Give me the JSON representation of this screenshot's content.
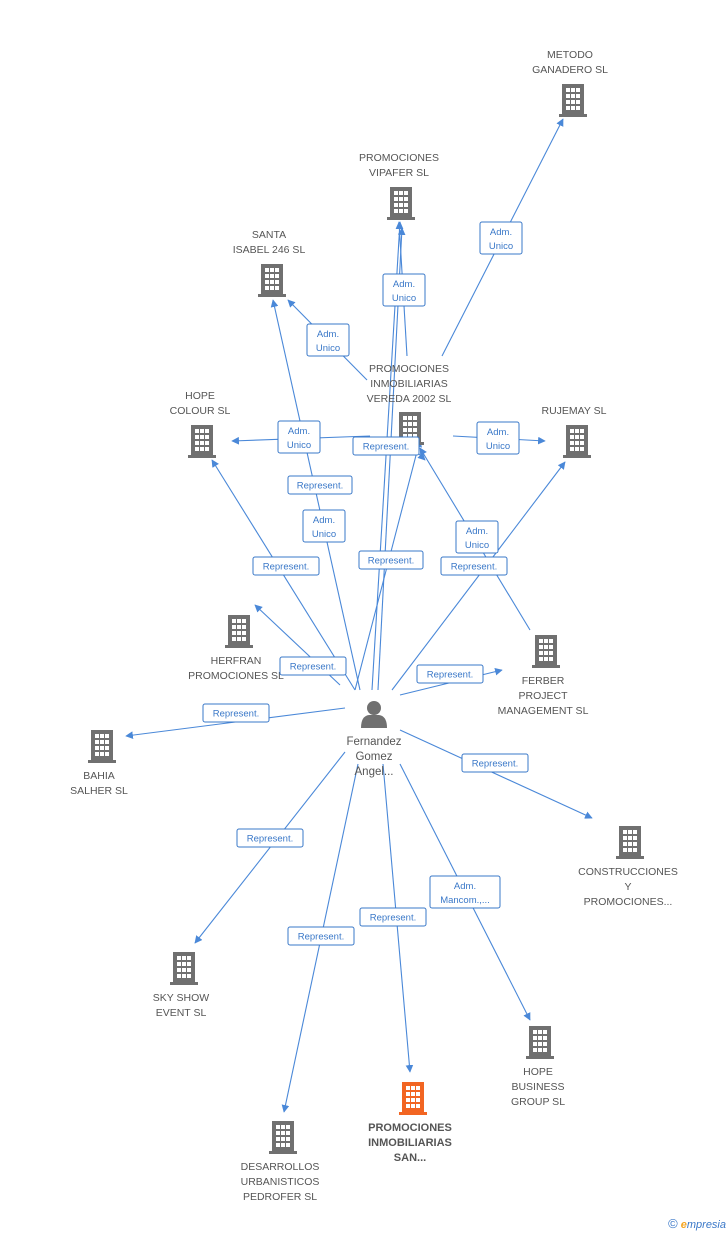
{
  "colors": {
    "edge": "#4a88d8",
    "building": "#707070",
    "main_building": "#f26522",
    "label": "#555555"
  },
  "person": {
    "name_lines": [
      "Fernandez",
      "Gomez",
      "Angel..."
    ],
    "icon": "person-icon"
  },
  "companies": [
    {
      "id": "metodo",
      "lines": [
        "METODO",
        "GANADERO SL"
      ]
    },
    {
      "id": "vipafer",
      "lines": [
        "PROMOCIONES",
        "VIPAFER SL"
      ]
    },
    {
      "id": "santa",
      "lines": [
        "SANTA",
        "ISABEL 246 SL"
      ]
    },
    {
      "id": "vereda",
      "lines": [
        "PROMOCIONES",
        "INMOBILIARIAS",
        "VEREDA 2002 SL"
      ]
    },
    {
      "id": "hope_colour",
      "lines": [
        "HOPE",
        "COLOUR  SL"
      ]
    },
    {
      "id": "rujemay",
      "lines": [
        "RUJEMAY SL"
      ]
    },
    {
      "id": "herfran",
      "lines": [
        "HERFRAN",
        "PROMOCIONES SL"
      ]
    },
    {
      "id": "ferber",
      "lines": [
        "FERBER",
        "PROJECT",
        "MANAGEMENT SL"
      ]
    },
    {
      "id": "bahia",
      "lines": [
        "BAHIA",
        "SALHER SL"
      ]
    },
    {
      "id": "construcciones",
      "lines": [
        "CONSTRUCCIONES",
        "Y",
        "PROMOCIONES..."
      ]
    },
    {
      "id": "sky",
      "lines": [
        "SKY SHOW",
        "EVENT SL"
      ]
    },
    {
      "id": "hope_business",
      "lines": [
        "HOPE",
        "BUSINESS",
        "GROUP  SL"
      ]
    },
    {
      "id": "san",
      "lines": [
        "PROMOCIONES",
        "INMOBILIARIAS",
        "SAN..."
      ],
      "main": true
    },
    {
      "id": "desarrollos",
      "lines": [
        "DESARROLLOS",
        "URBANISTICOS",
        "PEDROFER SL"
      ]
    }
  ],
  "edge_labels": [
    {
      "id": "metodo",
      "lines": [
        "Adm.",
        "Unico"
      ]
    },
    {
      "id": "vipafer",
      "lines": [
        "Adm.",
        "Unico"
      ]
    },
    {
      "id": "santa",
      "lines": [
        "Adm.",
        "Unico"
      ]
    },
    {
      "id": "hope_colour_adm",
      "lines": [
        "Adm.",
        "Unico"
      ]
    },
    {
      "id": "vereda_rep",
      "lines": [
        "Represent."
      ]
    },
    {
      "id": "rujemay_adm",
      "lines": [
        "Adm.",
        "Unico"
      ]
    },
    {
      "id": "rep_mid1",
      "lines": [
        "Represent."
      ]
    },
    {
      "id": "adm_mid",
      "lines": [
        "Adm.",
        "Unico"
      ]
    },
    {
      "id": "adm_ferber_vereda",
      "lines": [
        "Adm.",
        "Unico"
      ]
    },
    {
      "id": "rep_hope_colour",
      "lines": [
        "Represent."
      ]
    },
    {
      "id": "rep_vipafer",
      "lines": [
        "Represent."
      ]
    },
    {
      "id": "rep_rujemay",
      "lines": [
        "Represent."
      ]
    },
    {
      "id": "rep_herfran",
      "lines": [
        "Represent."
      ]
    },
    {
      "id": "rep_ferber",
      "lines": [
        "Represent."
      ]
    },
    {
      "id": "rep_bahia",
      "lines": [
        "Represent."
      ]
    },
    {
      "id": "rep_construcciones",
      "lines": [
        "Represent."
      ]
    },
    {
      "id": "rep_sky",
      "lines": [
        "Represent."
      ]
    },
    {
      "id": "adm_hope_business",
      "lines": [
        "Adm.",
        "Mancom.,..."
      ]
    },
    {
      "id": "rep_san",
      "lines": [
        "Represent."
      ]
    },
    {
      "id": "rep_desarrollos",
      "lines": [
        "Represent."
      ]
    }
  ],
  "footer": {
    "copyright": "©",
    "brand_first": "e",
    "brand_rest": "mpresia"
  }
}
